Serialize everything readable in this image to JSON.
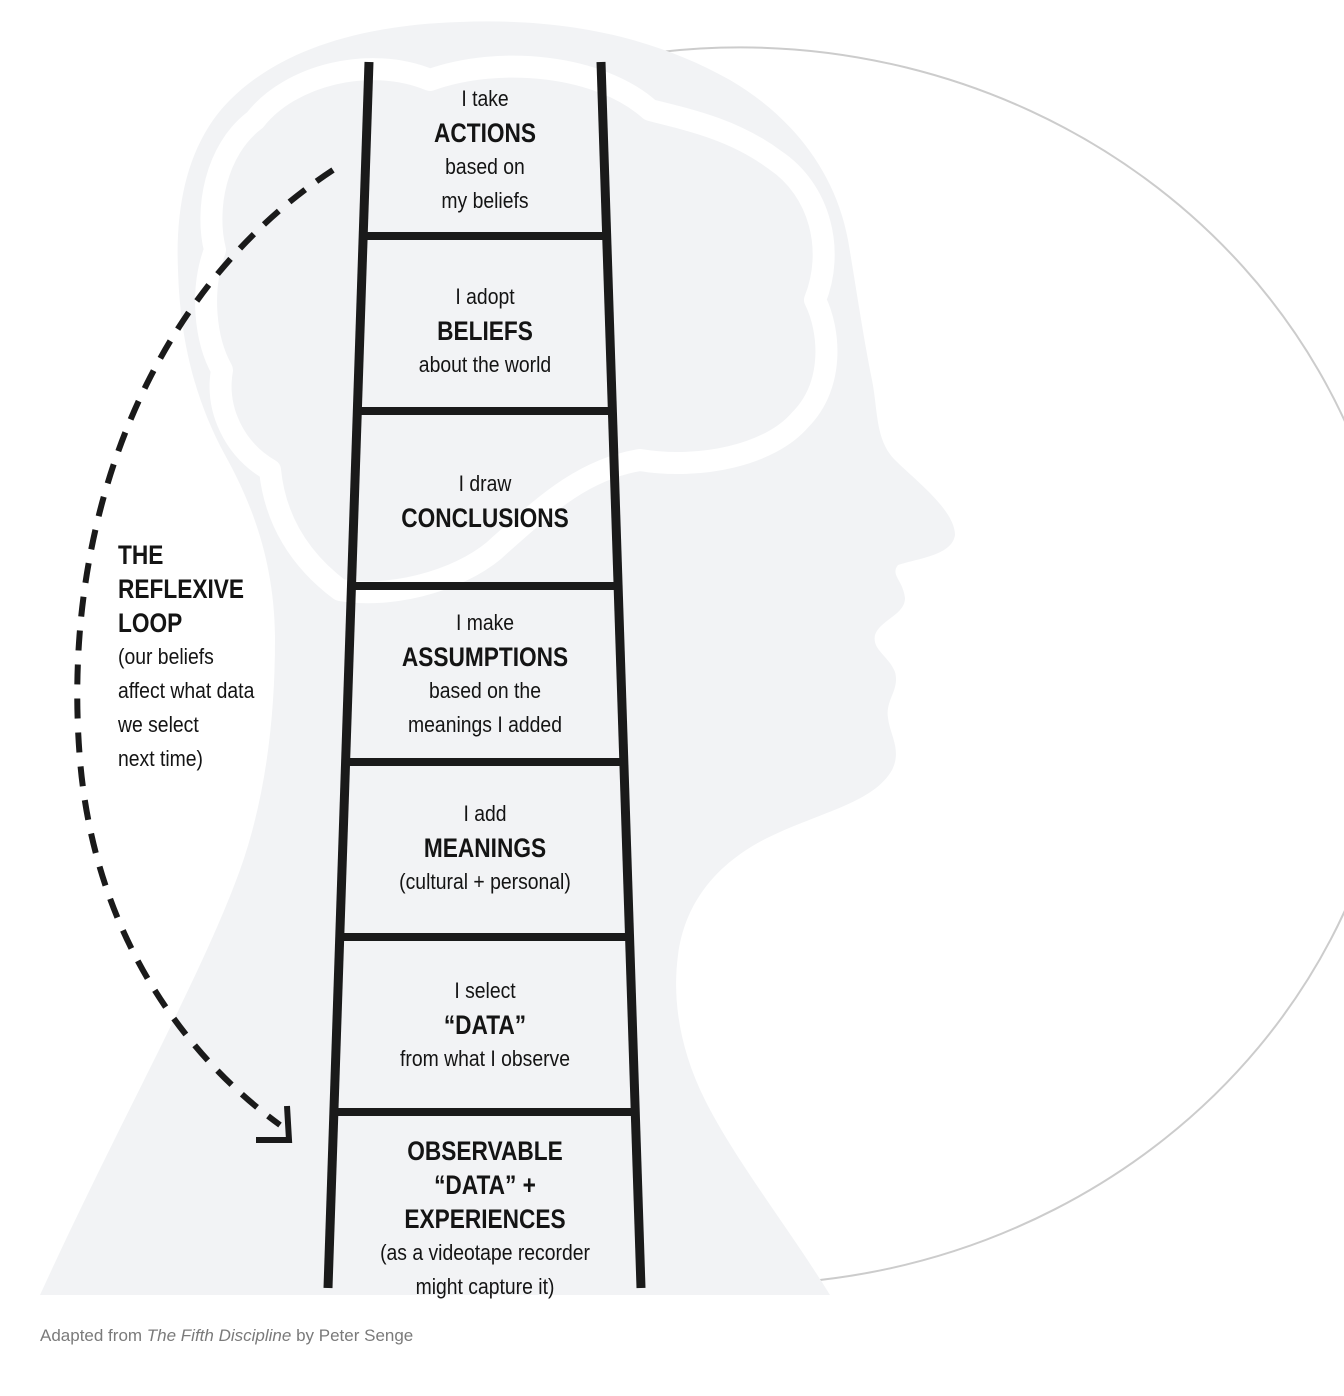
{
  "ladder": {
    "rungs": [
      {
        "lines": [
          {
            "t": "I take",
            "b": false
          },
          {
            "t": "ACTIONS",
            "b": true
          },
          {
            "t": "based on",
            "b": false
          },
          {
            "t": "my beliefs",
            "b": false
          }
        ]
      },
      {
        "lines": [
          {
            "t": "I adopt",
            "b": false
          },
          {
            "t": "BELIEFS",
            "b": true
          },
          {
            "t": "about the world",
            "b": false
          }
        ]
      },
      {
        "lines": [
          {
            "t": "I draw",
            "b": false
          },
          {
            "t": "CONCLUSIONS",
            "b": true
          }
        ]
      },
      {
        "lines": [
          {
            "t": "I make",
            "b": false
          },
          {
            "t": "ASSUMPTIONS",
            "b": true
          },
          {
            "t": "based on the",
            "b": false
          },
          {
            "t": "meanings I added",
            "b": false
          }
        ]
      },
      {
        "lines": [
          {
            "t": "I add",
            "b": false
          },
          {
            "t": "MEANINGS",
            "b": true
          },
          {
            "t": "(cultural + personal)",
            "b": false
          }
        ]
      },
      {
        "lines": [
          {
            "t": "I select",
            "b": false
          },
          {
            "t": "“DATA”",
            "b": true
          },
          {
            "t": "from what I observe",
            "b": false
          }
        ]
      },
      {
        "lines": [
          {
            "t": "OBSERVABLE",
            "b": true
          },
          {
            "t": "“DATA” + EXPERIENCES",
            "b": true
          },
          {
            "t": "(as a videotape recorder",
            "b": false
          },
          {
            "t": "might capture it)",
            "b": false
          }
        ]
      }
    ]
  },
  "loop": {
    "title_lines": [
      "THE",
      "REFLEXIVE",
      "LOOP"
    ],
    "body_lines": [
      "(our beliefs",
      "affect what data",
      "we select",
      "next time)"
    ]
  },
  "credit": {
    "prefix": "Adapted from ",
    "book": "The Fifth Discipline",
    "suffix": " by Peter Senge"
  },
  "colors": {
    "silhouette": "#f2f3f5",
    "ladder": "#1a1a1a",
    "circle": "#cccccc",
    "text": "#141414",
    "credit": "#7a7a7a"
  }
}
